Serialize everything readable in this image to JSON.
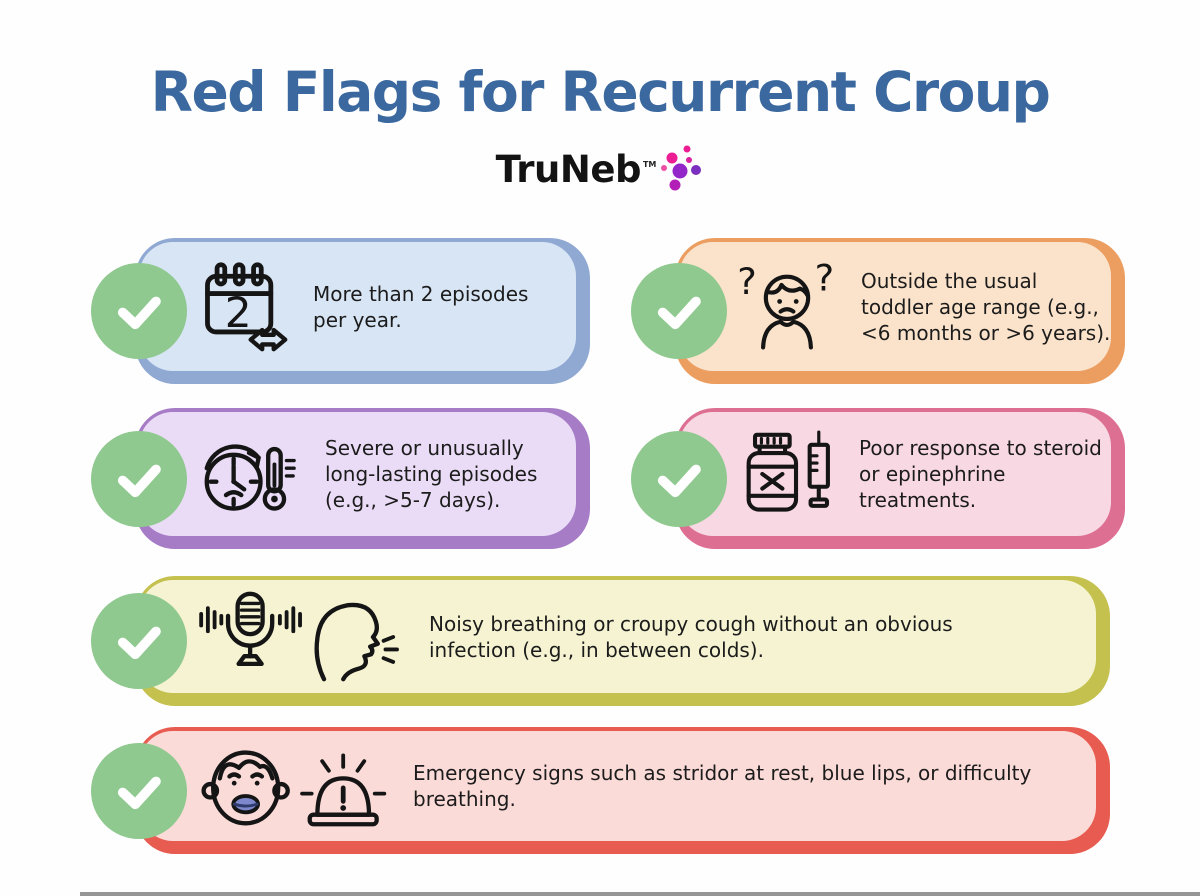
{
  "page": {
    "title": "Red Flags for Recurrent Croup"
  },
  "brand": {
    "name": "TruNeb",
    "tm": "TM",
    "logo_dot_colors": [
      "#ED1E93",
      "#D9219E",
      "#ED4FA4",
      "#9326C9",
      "#7A2FBE",
      "#B320B8"
    ]
  },
  "palette": {
    "title_blue": "#3A689F",
    "check_green": "#8FC98F",
    "body_text": "#1c1c1c",
    "background": "#FEFEFE",
    "lips_blue": "#7D87CC"
  },
  "cards": [
    {
      "id": "episodes-per-year",
      "icon": "calendar-2-episodes-icon",
      "text": "More than 2 episodes per year.",
      "border_color": "#8FA9D3",
      "fill_color": "#D8E5F5"
    },
    {
      "id": "age-range",
      "icon": "confused-child-icon",
      "text": "Outside the usual toddler age range (e.g., <6 months or >6 years).",
      "border_color": "#EC9E60",
      "fill_color": "#FBE3CB"
    },
    {
      "id": "long-lasting-episodes",
      "icon": "clock-thermometer-icon",
      "text": "Severe or unusually long-lasting episodes (e.g., >5-7 days).",
      "border_color": "#A77CC6",
      "fill_color": "#EADCF6"
    },
    {
      "id": "poor-treatment-response",
      "icon": "medicine-bottle-syringe-icon",
      "text": "Poor response to steroid or epinephrine treatments.",
      "border_color": "#DD6F93",
      "fill_color": "#F8D8E3"
    },
    {
      "id": "noisy-breathing",
      "icon": "microphone-cough-icon",
      "text": "Noisy breathing or croupy cough without an obvious infection (e.g., in between colds).",
      "border_color": "#C4C14F",
      "fill_color": "#F5F3D1"
    },
    {
      "id": "emergency-signs",
      "icon": "blue-lips-face-siren-icon",
      "text": "Emergency signs such as stridor at rest, blue lips, or difficulty breathing.",
      "border_color": "#E85B50",
      "fill_color": "#FBDBD8"
    }
  ]
}
